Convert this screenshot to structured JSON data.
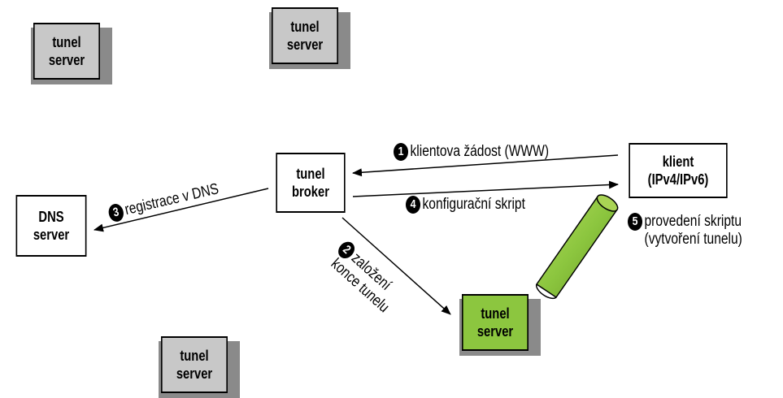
{
  "nodes": {
    "tunel_server_1": {
      "line1": "tunel",
      "line2": "server"
    },
    "tunel_server_2": {
      "line1": "tunel",
      "line2": "server"
    },
    "tunel_broker": {
      "line1": "tunel",
      "line2": "broker"
    },
    "klient": {
      "line1": "klient",
      "line2": "(IPv4/IPv6)"
    },
    "dns_server": {
      "line1": "DNS",
      "line2": "server"
    },
    "tunel_server_green": {
      "line1": "tunel",
      "line2": "server"
    },
    "tunel_server_3": {
      "line1": "tunel",
      "line2": "server"
    }
  },
  "steps": {
    "step1": {
      "num": "1",
      "text": "klientova žádost (WWW)"
    },
    "step2": {
      "num": "2",
      "line1": "založení",
      "line2": "konce tunelu"
    },
    "step3": {
      "num": "3",
      "text": "registrace v DNS"
    },
    "step4": {
      "num": "4",
      "text": "konfigurační skript"
    },
    "step5": {
      "num": "5",
      "line1": "provedení skriptu",
      "line2": "(vytvoření tunelu)"
    }
  },
  "colors": {
    "gray_box": "#c8c8c8",
    "green_box": "#8cc63f",
    "tunnel": "#9acd32"
  }
}
